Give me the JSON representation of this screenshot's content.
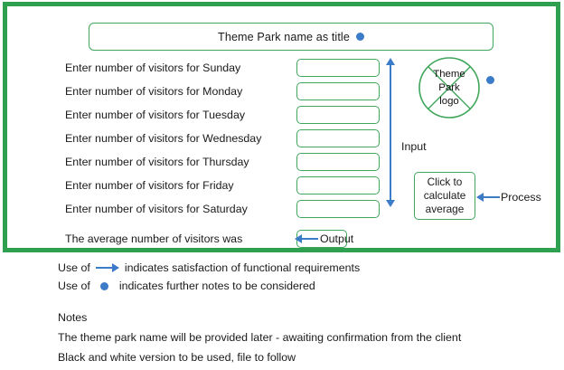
{
  "colors": {
    "frame_green": "#2fa04f",
    "box_green": "#40a65c",
    "annotation_blue": "#3b7bc8",
    "text": "#1a1a1a",
    "background": "#ffffff"
  },
  "design_frame": {
    "title_box": {
      "label": "Theme Park name as title",
      "note_marker": "blue-dot"
    },
    "day_rows": [
      {
        "label": "Enter number of visitors for Sunday",
        "value": ""
      },
      {
        "label": "Enter number of visitors for Monday",
        "value": ""
      },
      {
        "label": "Enter number of visitors for Tuesday",
        "value": ""
      },
      {
        "label": "Enter number of visitors for Wednesday",
        "value": ""
      },
      {
        "label": "Enter number of visitors for Thursday",
        "value": ""
      },
      {
        "label": "Enter number of visitors for Friday",
        "value": ""
      },
      {
        "label": "Enter number of visitors for Saturday",
        "value": ""
      }
    ],
    "input_annotation": {
      "label": "Input",
      "marker": "vertical-double-arrow"
    },
    "logo": {
      "line1": "Theme",
      "line2": "Park",
      "line3": "logo",
      "full_text": "Theme Park logo",
      "marker": "crossed-circle-placeholder"
    },
    "process": {
      "button_line1": "Click to",
      "button_line2": "calculate",
      "button_line3": "average",
      "button_label": "Click to calculate average",
      "annotation": "Process"
    },
    "output": {
      "label": "The average number of visitors was",
      "value": "",
      "annotation": "Output"
    }
  },
  "legend": [
    {
      "lead": "Use of",
      "symbol": "right-arrow",
      "trail": "indicates satisfaction of functional requirements"
    },
    {
      "lead": "Use of",
      "symbol": "blue-dot",
      "trail": "indicates further notes to be considered"
    }
  ],
  "notes": {
    "heading": "Notes",
    "lines": [
      "The theme park name will be provided later - awaiting confirmation from the client",
      "Black and white version to be used, file to follow"
    ]
  }
}
